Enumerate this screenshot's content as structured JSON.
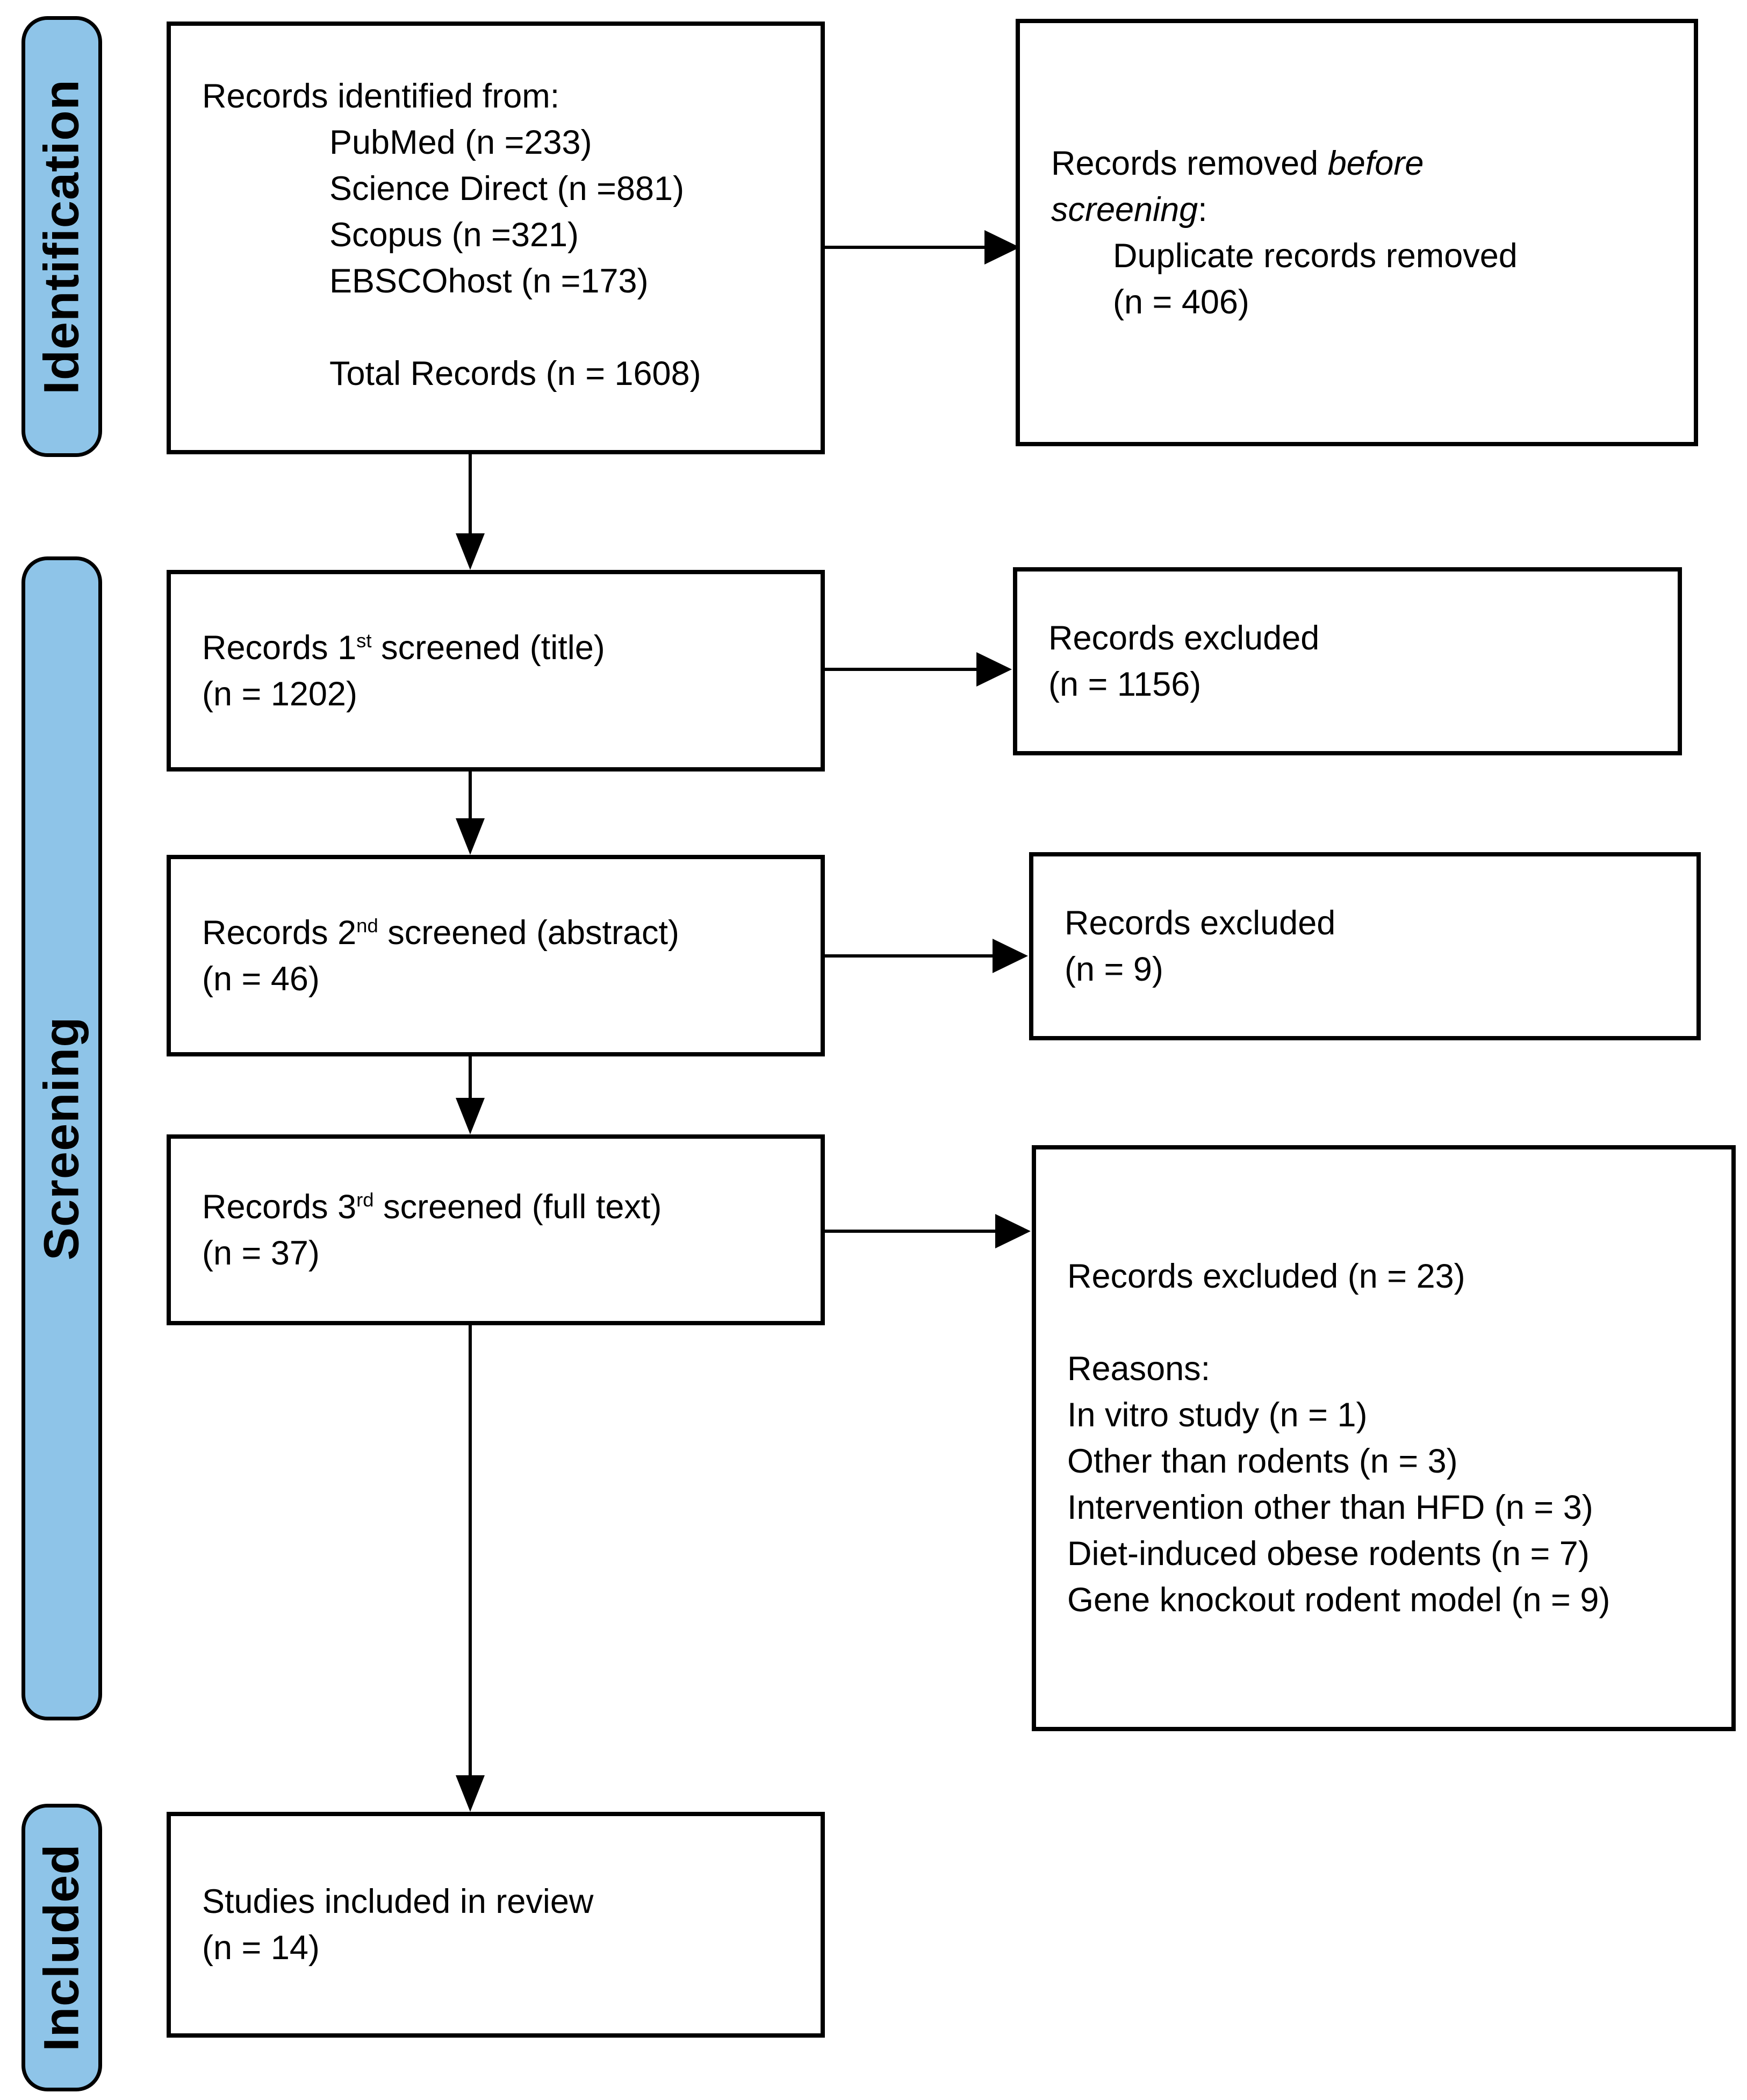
{
  "stages": [
    {
      "label": "Identification"
    },
    {
      "label": "Screening"
    },
    {
      "label": "Included"
    }
  ],
  "boxes": {
    "identified": {
      "title": "Records identified from:",
      "sources": [
        "PubMed (n =233)",
        "Science Direct (n =881)",
        "Scopus (n =321)",
        "EBSCOhost (n =173)"
      ],
      "total": "Total Records (n = 1608)"
    },
    "removed": {
      "line1_regular": "Records removed ",
      "line1_italic": "before",
      "line2_italic": "screening",
      "line2_suffix": ":",
      "detail": "Duplicate records removed",
      "count": "(n = 406)"
    },
    "screen1": {
      "prefix": "Records 1",
      "sup": "st",
      "suffix": " screened (title)",
      "count": "(n = 1202)"
    },
    "excluded1": {
      "line1": "Records excluded",
      "count": "(n = 1156)"
    },
    "screen2": {
      "prefix": "Records 2",
      "sup": "nd",
      "suffix": " screened (abstract)",
      "count": "(n = 46)"
    },
    "excluded2": {
      "line1": "Records excluded",
      "count": "(n = 9)"
    },
    "screen3": {
      "prefix": "Records 3",
      "sup": "rd",
      "suffix": " screened (full text)",
      "count": "(n = 37)"
    },
    "excluded3": {
      "title": "Records excluded (n = 23)",
      "reasons_label": "Reasons:",
      "reasons": [
        "In vitro study (n = 1)",
        "Other than rodents (n = 3)",
        "Intervention other than HFD (n = 3)",
        "Diet-induced obese rodents (n = 7)",
        "Gene knockout rodent model (n = 9)"
      ]
    },
    "included": {
      "line1": "Studies included in review",
      "count": "(n = 14)"
    }
  },
  "colors": {
    "stage_fill": "#8EC4E8",
    "box_fill": "#FFFFFF",
    "line_color": "#000000"
  }
}
